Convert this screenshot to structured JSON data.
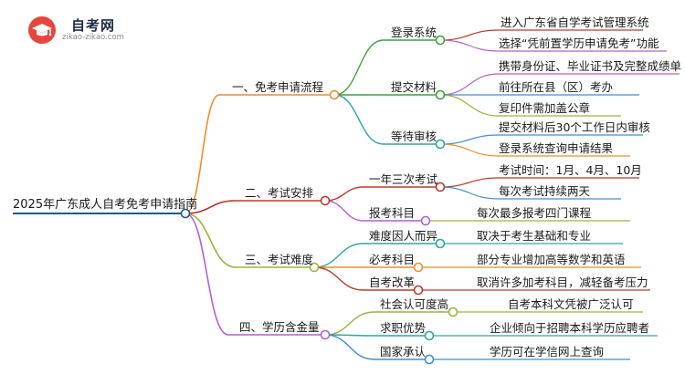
{
  "logo": {
    "name": "自考网",
    "url": "zikao-zikao.com"
  },
  "root": {
    "label": "2025年广东成人自考免考申请指南"
  },
  "colors": {
    "root_line": "#1e5a8c",
    "orange": "#f28c28",
    "green": "#3aa33a",
    "teal": "#2aa6a6",
    "red": "#c0392b",
    "purple": "#b55fd0",
    "blue": "#3a8fd8",
    "olive": "#9fb33a",
    "crimson": "#c0392b"
  },
  "branches": [
    {
      "label": "一、免考申请流程",
      "children": [
        {
          "label": "登录系统",
          "children": [
            "进入广东省自学考试管理系统",
            "选择“凭前置学历申请免考”功能"
          ]
        },
        {
          "label": "提交材料",
          "children": [
            "携带身份证、毕业证书及完整成绩单",
            "前往所在县（区）考办",
            "复印件需加盖公章"
          ]
        },
        {
          "label": "等待审核",
          "children": [
            "提交材料后30个工作日内审核",
            "登录系统查询申请结果"
          ]
        }
      ]
    },
    {
      "label": "二、考试安排",
      "children": [
        {
          "label": "一年三次考试",
          "children": [
            "考试时间：1月、4月、10月",
            "每次考试持续两天"
          ]
        },
        {
          "label": "报考科目",
          "children": [
            "每次最多报考四门课程"
          ]
        }
      ]
    },
    {
      "label": "三、考试难度",
      "children": [
        {
          "label": "难度因人而异",
          "children": [
            "取决于考生基础和专业"
          ]
        },
        {
          "label": "必考科目",
          "children": [
            "部分专业增加高等数学和英语"
          ]
        },
        {
          "label": "自考改革",
          "children": [
            "取消许多加考科目，减轻备考压力"
          ]
        }
      ]
    },
    {
      "label": "四、学历含金量",
      "children": [
        {
          "label": "社会认可度高",
          "children": [
            "自考本科文凭被广泛认可"
          ]
        },
        {
          "label": "求职优势",
          "children": [
            "企业倾向于招聘本科学历应聘者"
          ]
        },
        {
          "label": "国家承认",
          "children": [
            "学历可在学信网上查询"
          ]
        }
      ]
    }
  ]
}
